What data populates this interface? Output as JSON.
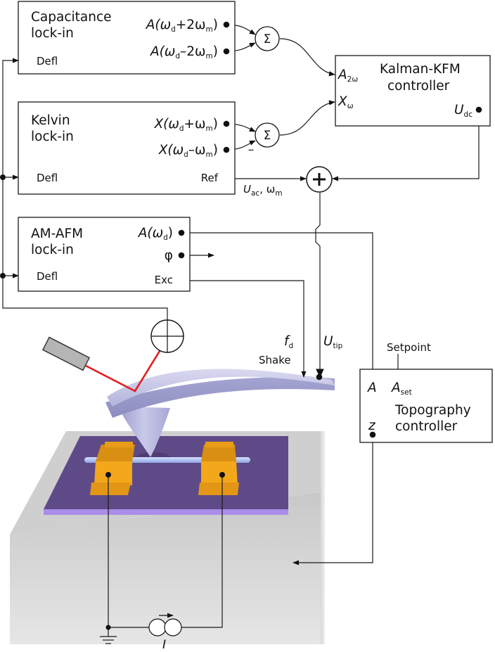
{
  "capacitance_lockin": {
    "title_line1": "Capacitance",
    "title_line2": "lock-in",
    "input": "Defl",
    "out1_pre": "A(ω",
    "out1_s1": "d",
    "out1_mid": "+2ω",
    "out1_s2": "m",
    "out1_post": ")",
    "out2_pre": "A(ω",
    "out2_s1": "d",
    "out2_mid": "–2ω",
    "out2_s2": "m",
    "out2_post": ")"
  },
  "kelvin_lockin": {
    "title_line1": "Kelvin",
    "title_line2": "lock-in",
    "input": "Defl",
    "ref": "Ref",
    "out1_pre": "X(ω",
    "out1_s1": "d",
    "out1_mid": "+ω",
    "out1_s2": "m",
    "out1_post": ")",
    "out2_pre": "X(ω",
    "out2_s1": "d",
    "out2_mid": "–ω",
    "out2_s2": "m",
    "out2_post": ")"
  },
  "amafm_lockin": {
    "title_line1": "AM-AFM",
    "title_line2": "lock-in",
    "input": "Defl",
    "exc": "Exc",
    "out_amp_pre": "A(ω",
    "out_amp_sub": "d",
    "out_amp_post": ")",
    "out_phase": "φ"
  },
  "kalman_controller": {
    "title_line1": "Kalman-KFM",
    "title_line2": "controller",
    "in1": "A",
    "in1_sub": "2ω",
    "in2": "X",
    "in2_sub": "ω",
    "out": "U",
    "out_sub": "dc"
  },
  "topography_controller": {
    "title_line1": "Topography",
    "title_line2": "controller",
    "in_a": "A",
    "in_set": "A",
    "in_set_sub": "set",
    "out_z": "z",
    "setpoint": "Setpoint"
  },
  "summers": {
    "sigma": "Σ",
    "minus": "–",
    "plus": "+"
  },
  "signals": {
    "uac": "U",
    "uac_sub": "ac",
    "uac_tail": ", ω",
    "uac_tail_sub": "m",
    "fd": "f",
    "fd_sub": "d",
    "shake": "Shake",
    "utip": "U",
    "utip_sub": "tip",
    "current": "I"
  },
  "colors": {
    "laser": "#e02020",
    "cantilever": "#b3b3dd",
    "substrate": "#d2d2d2",
    "chip": "#5e4a86",
    "chip_glow": "#a98de8",
    "electrode": "#f2a81a",
    "nanowire": "#a9bdf2"
  }
}
